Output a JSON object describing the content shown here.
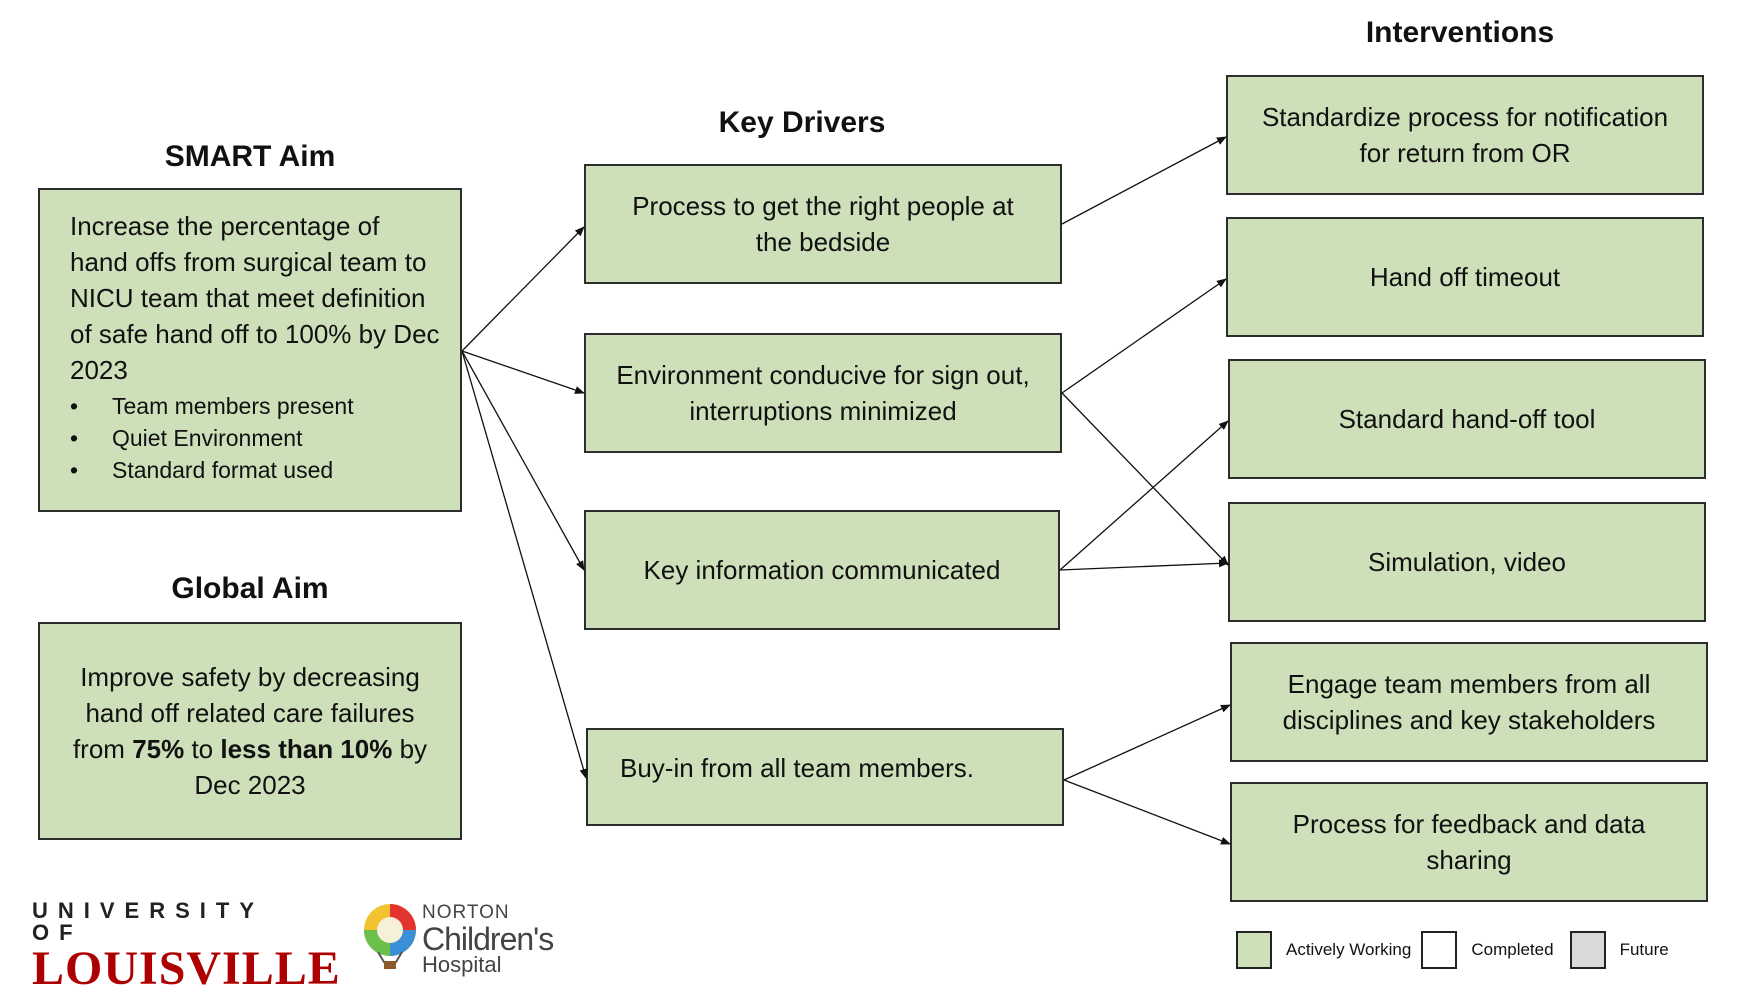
{
  "headings": {
    "smart_aim": "SMART Aim",
    "global_aim": "Global Aim",
    "key_drivers": "Key Drivers",
    "interventions": "Interventions"
  },
  "smart_aim": {
    "text": "Increase the percentage of hand offs from surgical team to NICU team that meet definition of safe hand off to 100% by Dec 2023",
    "bullets": [
      "Team members present",
      "Quiet Environment",
      "Standard format used"
    ]
  },
  "global_aim": {
    "part1": "Improve safety by decreasing hand off related care failures from ",
    "bold1": "75%",
    "part2": " to ",
    "bold2": "less than 10%",
    "part3": " by Dec 2023"
  },
  "key_drivers": [
    "Process to get the right people at the bedside",
    "Environment conducive for sign out, interruptions minimized",
    "Key information communicated",
    "Buy-in from all team members."
  ],
  "interventions": [
    "Standardize process for notification for return from OR",
    "Hand off timeout",
    "Standard hand-off tool",
    "Simulation, video",
    "Engage team members from all disciplines and key stakeholders",
    "Process for feedback and data sharing"
  ],
  "legend": {
    "items": [
      {
        "label": "Actively Working",
        "color": "#cde0b9"
      },
      {
        "label": "Completed",
        "color": "#ffffff"
      },
      {
        "label": "Future",
        "color": "#d9d9d9"
      }
    ]
  },
  "logos": {
    "uofl_top": "UNIVERSITY OF",
    "uofl_bottom": "LOUISVILLE",
    "norton_line1": "NORTON",
    "norton_line2": "Children's",
    "norton_line3": "Hospital"
  },
  "colors": {
    "box_fill": "#cde0b9",
    "box_border": "#2d2d2d",
    "uofl_red": "#ad0000"
  }
}
